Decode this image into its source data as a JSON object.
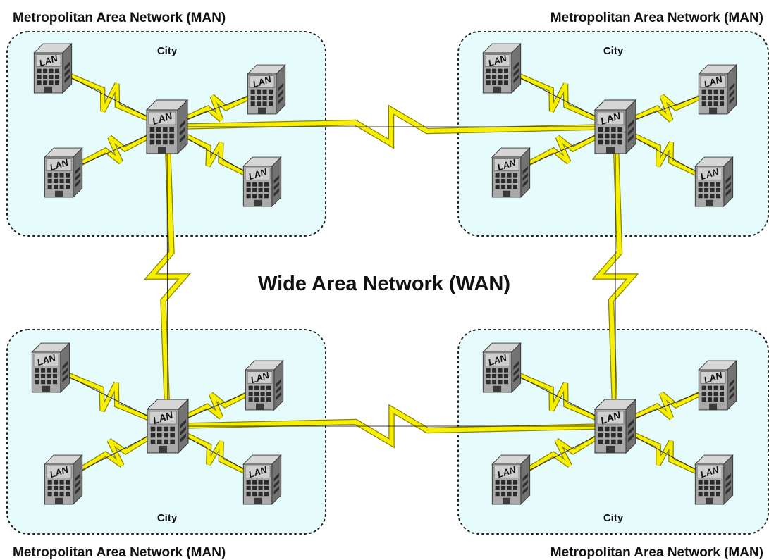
{
  "diagram": {
    "center_title": "Wide Area Network (WAN)",
    "colors": {
      "region_fill": "#e6fbfc",
      "region_border": "#222222",
      "bolt_fill": "#f6f000",
      "bolt_stroke": "#8a8500",
      "line": "#1a1a1a",
      "building_front": "#a9a9a9",
      "building_side": "#737373",
      "building_top": "#d6d6d6"
    },
    "regions": [
      {
        "id": "tl",
        "man_label": "Metropolitan Area Network (MAN)",
        "city_label": "City",
        "hub": {
          "label": "LAN"
        },
        "leaves": [
          {
            "label": "LAN"
          },
          {
            "label": "LAN"
          },
          {
            "label": "LAN"
          },
          {
            "label": "LAN"
          }
        ]
      },
      {
        "id": "tr",
        "man_label": "Metropolitan Area Network (MAN)",
        "city_label": "City",
        "hub": {
          "label": "LAN"
        },
        "leaves": [
          {
            "label": "LAN"
          },
          {
            "label": "LAN"
          },
          {
            "label": "LAN"
          },
          {
            "label": "LAN"
          }
        ]
      },
      {
        "id": "bl",
        "man_label": "Metropolitan Area Network (MAN)",
        "city_label": "City",
        "hub": {
          "label": "LAN"
        },
        "leaves": [
          {
            "label": "LAN"
          },
          {
            "label": "LAN"
          },
          {
            "label": "LAN"
          },
          {
            "label": "LAN"
          }
        ]
      },
      {
        "id": "br",
        "man_label": "Metropolitan Area Network (MAN)",
        "city_label": "City",
        "hub": {
          "label": "LAN"
        },
        "leaves": [
          {
            "label": "LAN"
          },
          {
            "label": "LAN"
          },
          {
            "label": "LAN"
          },
          {
            "label": "LAN"
          }
        ]
      }
    ],
    "wan_links": [
      {
        "from": "tl",
        "to": "tr"
      },
      {
        "from": "tl",
        "to": "bl"
      },
      {
        "from": "tr",
        "to": "br"
      },
      {
        "from": "bl",
        "to": "br"
      }
    ]
  }
}
